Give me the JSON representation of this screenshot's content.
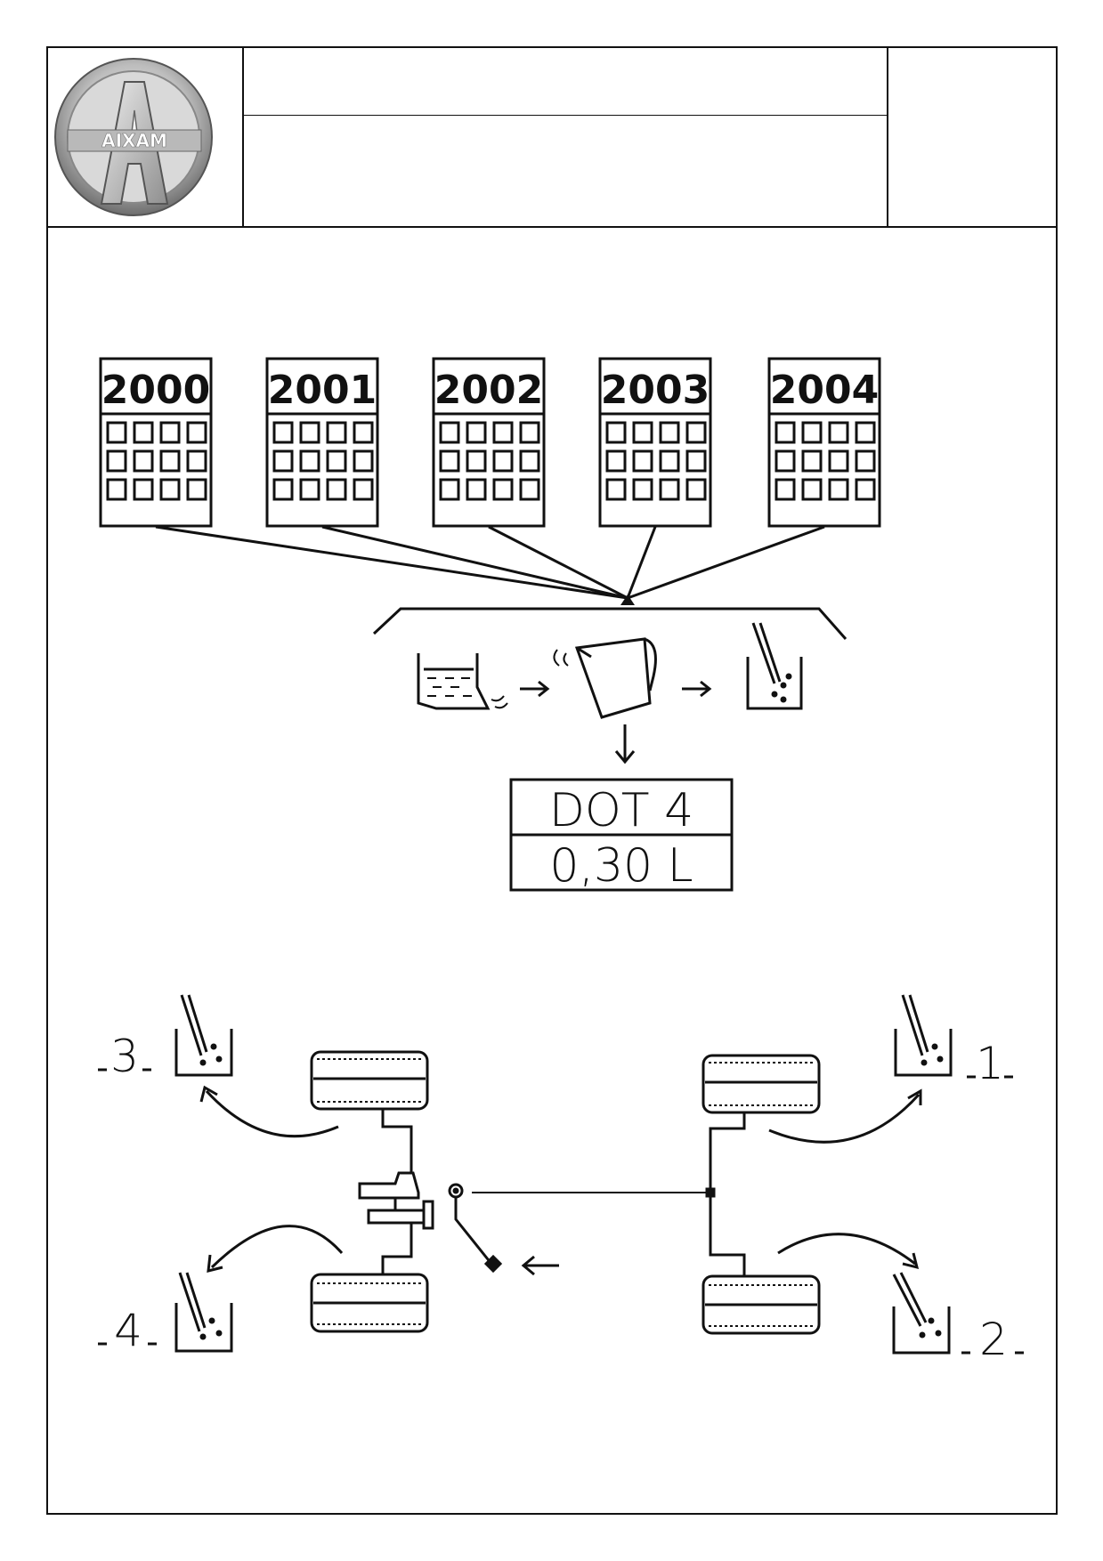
{
  "logo": {
    "text": "AIXAM",
    "icon": "aixam-logo-icon"
  },
  "header": {
    "title": "",
    "subtitle": "",
    "reference": ""
  },
  "calendars": [
    {
      "year": "2000"
    },
    {
      "year": "2001"
    },
    {
      "year": "2002"
    },
    {
      "year": "2003"
    },
    {
      "year": "2004"
    }
  ],
  "fluid_label": {
    "type": "DOT 4",
    "volume": "0,30 L"
  },
  "bleed_sequence": {
    "step1": "1",
    "step2": "2",
    "step3": "3",
    "step4": "4"
  },
  "colors": {
    "line": "#111111",
    "background": "#ffffff"
  }
}
